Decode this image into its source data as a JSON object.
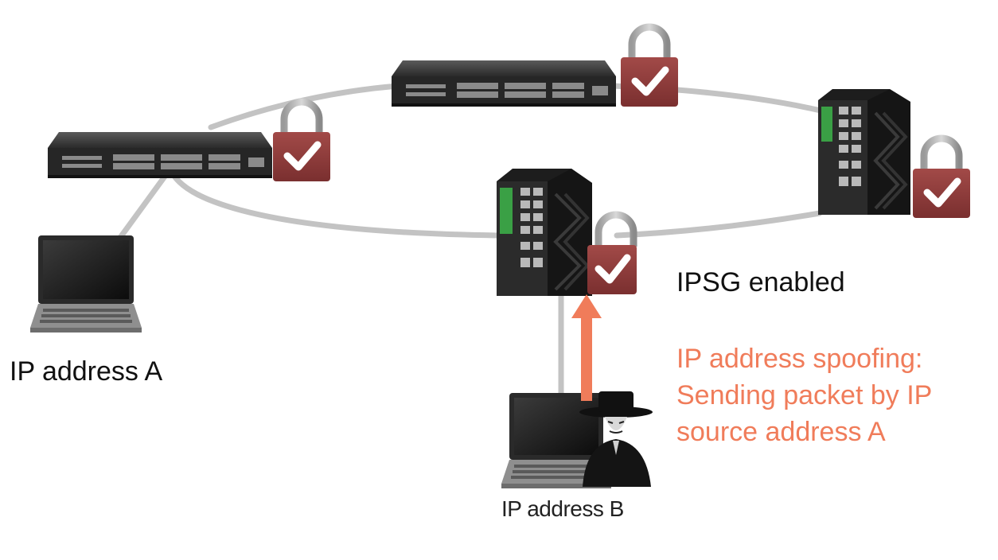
{
  "labels": {
    "ip_a": "IP address A",
    "ip_b": "IP address B",
    "ipsg": "IPSG enabled",
    "spoofing": [
      "IP address spoofing:",
      "Sending packet by IP",
      "source address A"
    ]
  },
  "colors": {
    "link": "#c3c3c3",
    "arrow": "#f07c5a",
    "spoof_text": "#f07c5a",
    "lock_body": "#8f3b3b",
    "lock_shackle": "#b5b5b5",
    "check": "#ffffff",
    "device": "#1f1f1f"
  },
  "icons": [
    "rack-switch-icon",
    "industrial-switch-icon",
    "laptop-icon",
    "padlock-check-icon",
    "hacker-icon",
    "arrow-up-icon"
  ]
}
